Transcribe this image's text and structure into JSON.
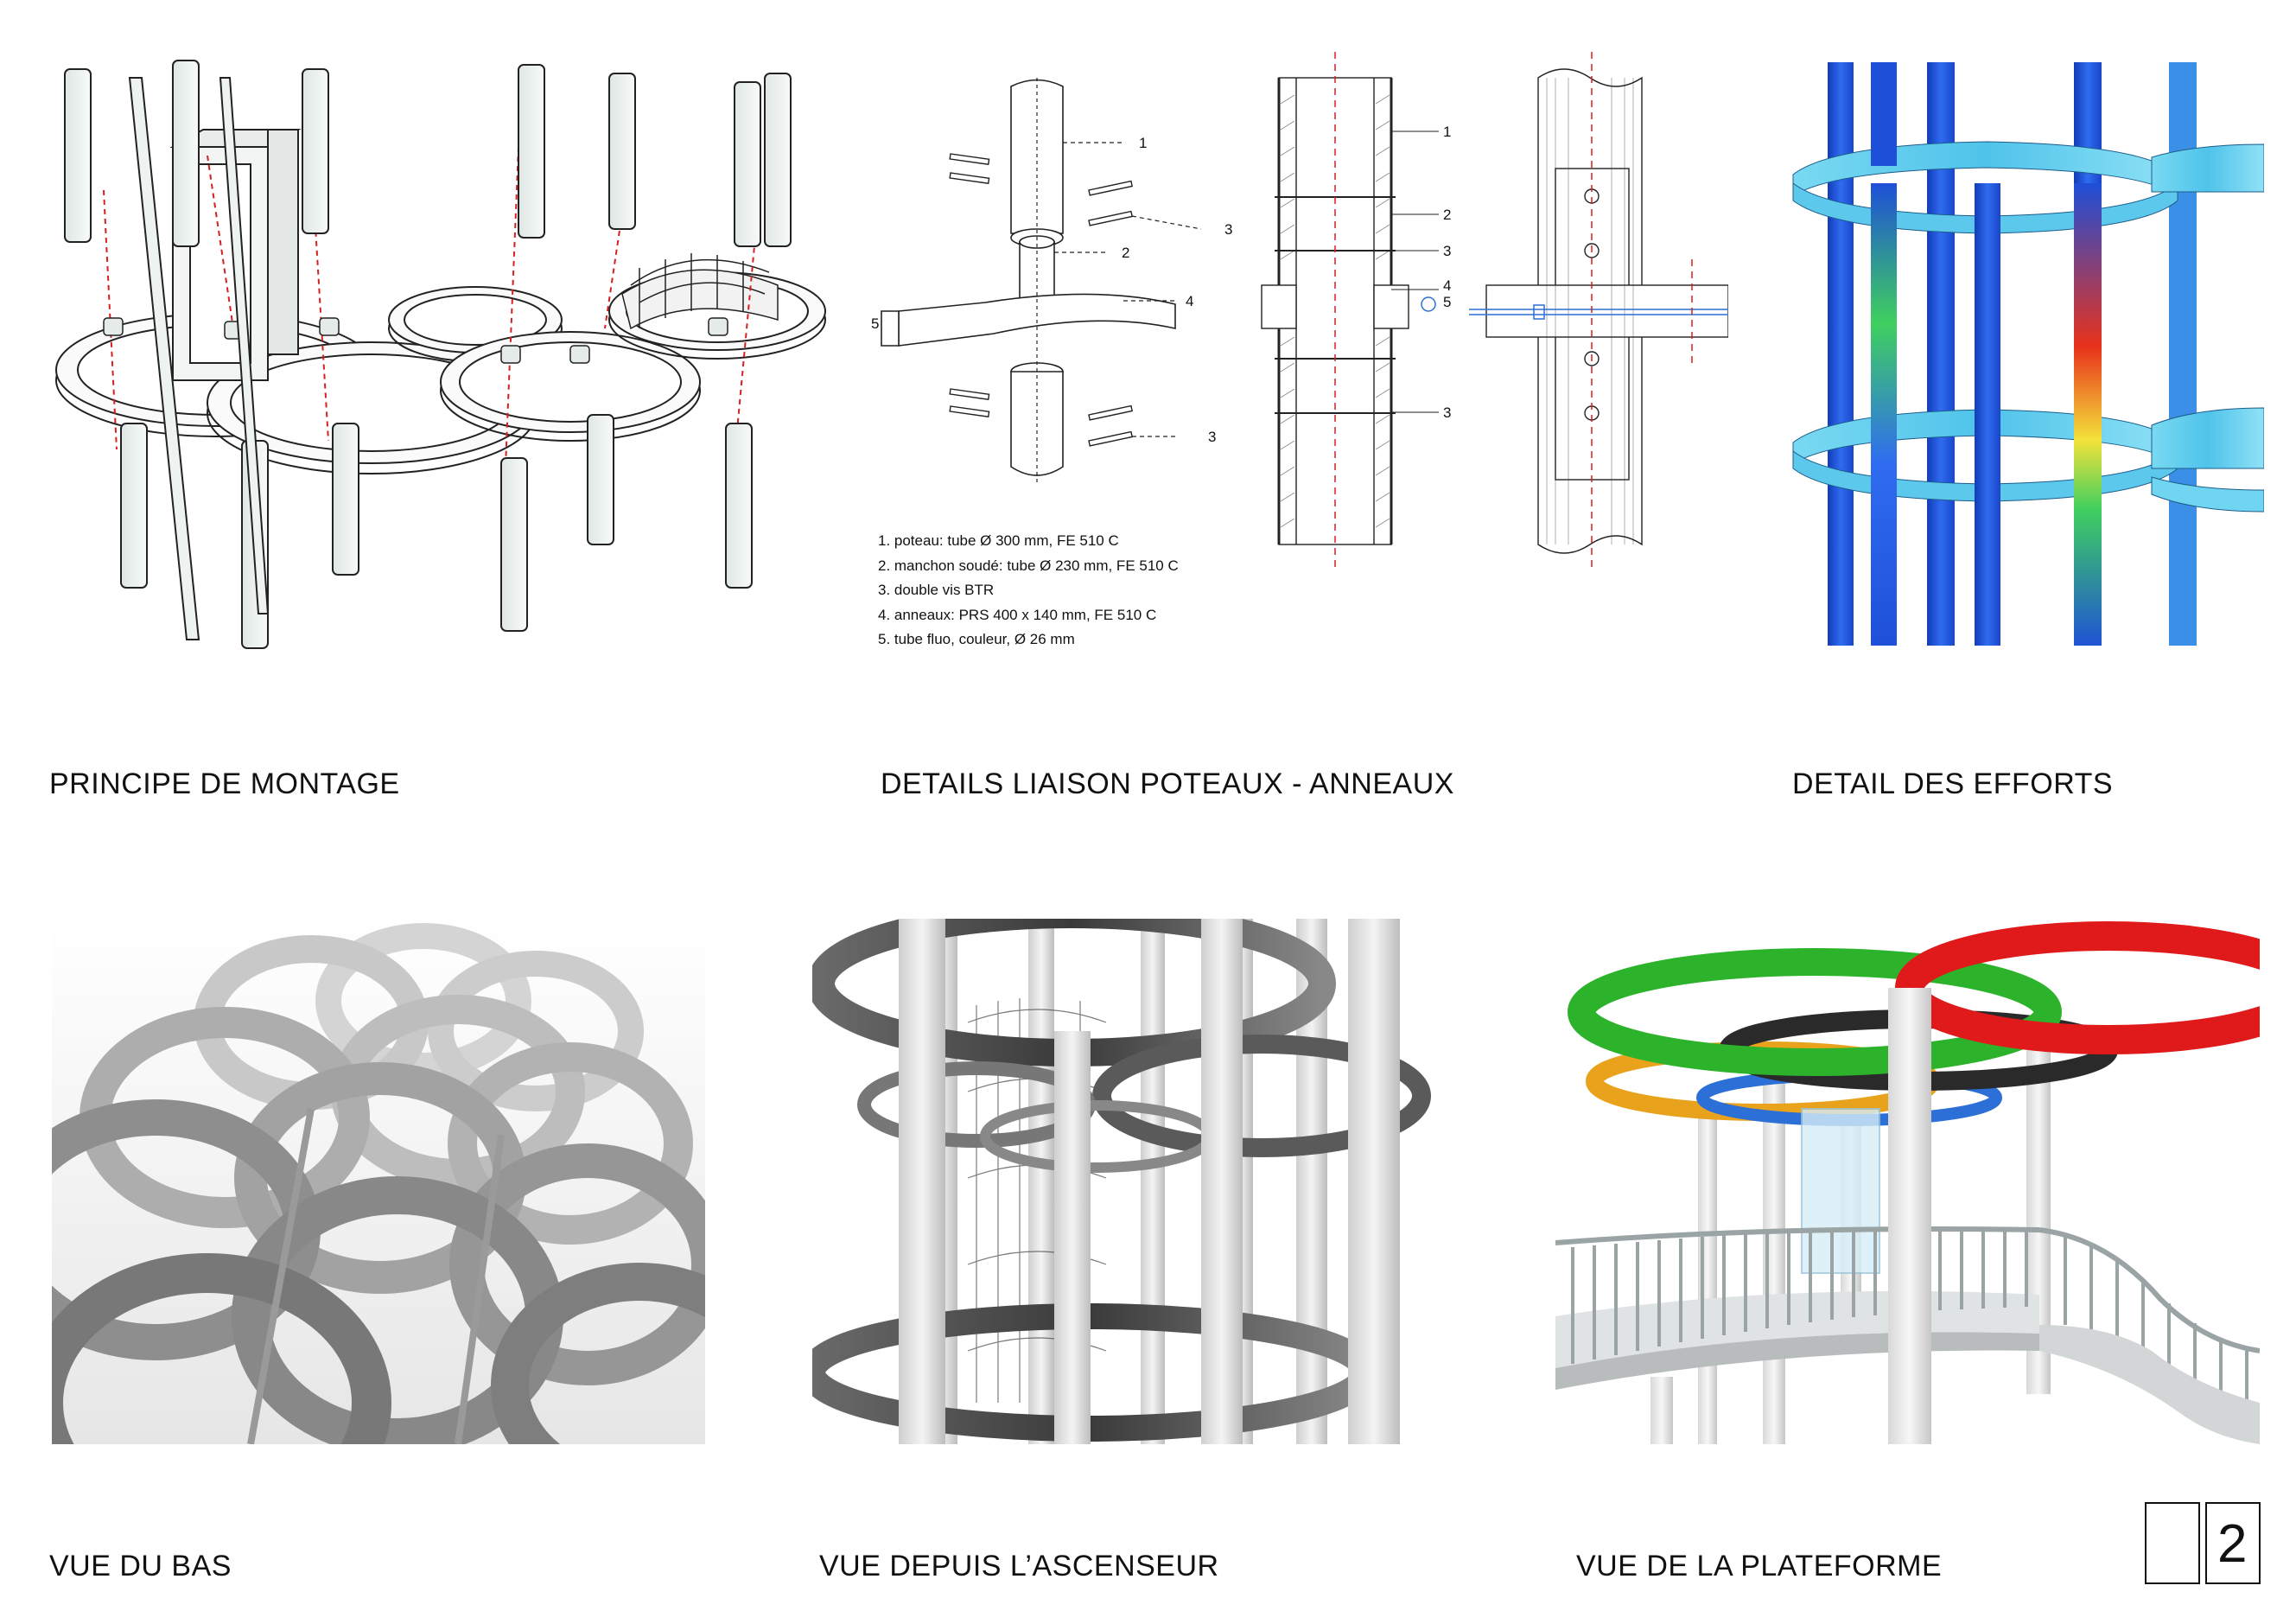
{
  "captions": {
    "principe": "PRINCIPE DE MONTAGE",
    "details": "DETAILS LIAISON POTEAUX - ANNEAUX",
    "efforts": "DETAIL DES EFFORTS",
    "vue_bas": "VUE DU BAS",
    "vue_ascenseur": "VUE DEPUIS L’ASCENSEUR",
    "vue_plateforme": "VUE DE LA PLATEFORME"
  },
  "legend": [
    "1. poteau: tube Ø 300 mm, FE 510 C",
    "2. manchon soudé: tube Ø 230 mm, FE 510 C",
    "3. double vis BTR",
    "4. anneaux: PRS 400 x 140 mm, FE 510 C",
    "5. tube fluo, couleur, Ø 26 mm"
  ],
  "callouts": {
    "n1": "1",
    "n2": "2",
    "n3": "3",
    "n4": "4",
    "n5": "5"
  },
  "page_number": "2",
  "colors": {
    "ring_green": "#2db32b",
    "ring_red": "#e01a1a",
    "ring_orange": "#e9a21c",
    "ring_black": "#2a2a2a",
    "ring_blue": "#2c6fd6",
    "stress_blue": "#1b4fd8",
    "stress_cyan": "#6fd5f0",
    "stress_red": "#e8321c"
  }
}
